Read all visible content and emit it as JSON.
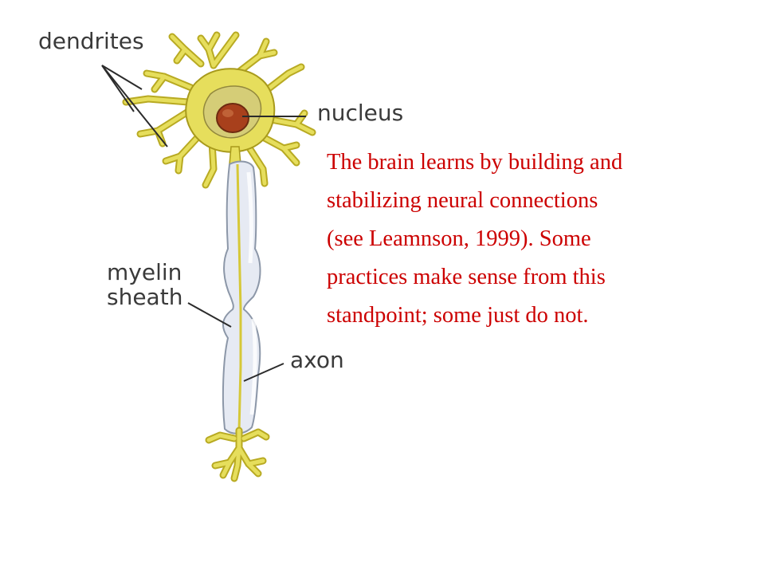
{
  "labels": {
    "dendrites": "dendrites",
    "nucleus": "nucleus",
    "myelin_line1": "myelin",
    "myelin_line2": "sheath",
    "axon": "axon"
  },
  "caption": {
    "lines": [
      "The brain learns by building and",
      "stabilizing neural connections",
      "(see Leamnson, 1999). Some",
      "practices make sense from this",
      "standpoint; some just do not."
    ]
  },
  "colors": {
    "caption_text": "#cc0000",
    "label_text": "#3a3a3a",
    "cell_fill": "#e6de5c",
    "cell_stroke": "#a89a1c",
    "nucleus_fill": "#a8401c",
    "myelin_fill": "#e6eaf3"
  }
}
